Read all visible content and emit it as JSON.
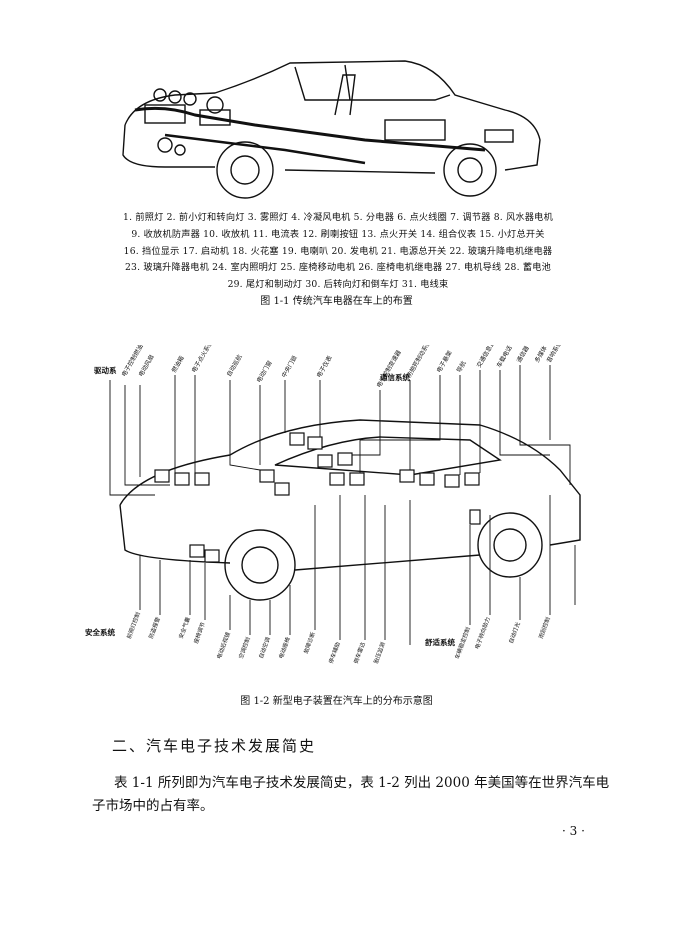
{
  "figure1": {
    "legend_rows": [
      "1. 前照灯  2. 前小灯和转向灯  3. 雾照灯  4. 冷凝风电机  5. 分电器  6. 点火线圈  7. 调节器  8. 风水器电机",
      "9. 收放机防声器  10. 收放机  11. 电流表  12. 刷喇按钮  13. 点火开关  14. 组合仪表  15. 小灯总开关",
      "16. 挡位显示  17. 启动机  18. 火花塞  19. 电喇叭  20. 发电机  21. 电源总开关  22. 玻璃升降电机继电器",
      "23. 玻璃升降器电机  24. 室内照明灯  25. 座椅移动电机  26. 座椅电机继电器  27. 电机导线  28. 蓄电池",
      "29. 尾灯和制动灯  30. 后转向灯和倒车灯  31. 电线束"
    ],
    "caption": "图 1-1  传统汽车电器在车上的布置"
  },
  "figure2": {
    "caption": "图 1-2  新型电子装置在汽车上的分布示意图",
    "group_labels": [
      "驱动系",
      "通信系统",
      "安全系统",
      "舒适系统"
    ],
    "top_labels": [
      "电子控制燃油喷射",
      "电动风扇",
      "燃油箱",
      "电子点火系统",
      "自动巡航",
      "电动门窗",
      "中央门锁",
      "电子仪表",
      "电子控制变速器",
      "防抱死制动系统",
      "电子悬架",
      "导航",
      "交通信息显示",
      "车载电话",
      "通信器",
      "多媒体",
      "音响系统"
    ],
    "bottom_labels": [
      "前照灯控制",
      "防盗报警",
      "安全气囊",
      "座椅调节",
      "电动后视镜",
      "空调控制",
      "自动空调",
      "电动座椅",
      "故障诊断",
      "停车辅助",
      "倒车雷达",
      "胎压监测",
      "车辆稳定控制",
      "电子转向助力",
      "自动灯光",
      "雨刮控制"
    ]
  },
  "section_title": "二、汽车电子技术发展简史",
  "paragraph": "表 1-1 所列即为汽车电子技术发展简史，表 1-2 列出 2000 年美国等在世界汽车电子市场中的占有率。",
  "page_number": "· 3 ·"
}
